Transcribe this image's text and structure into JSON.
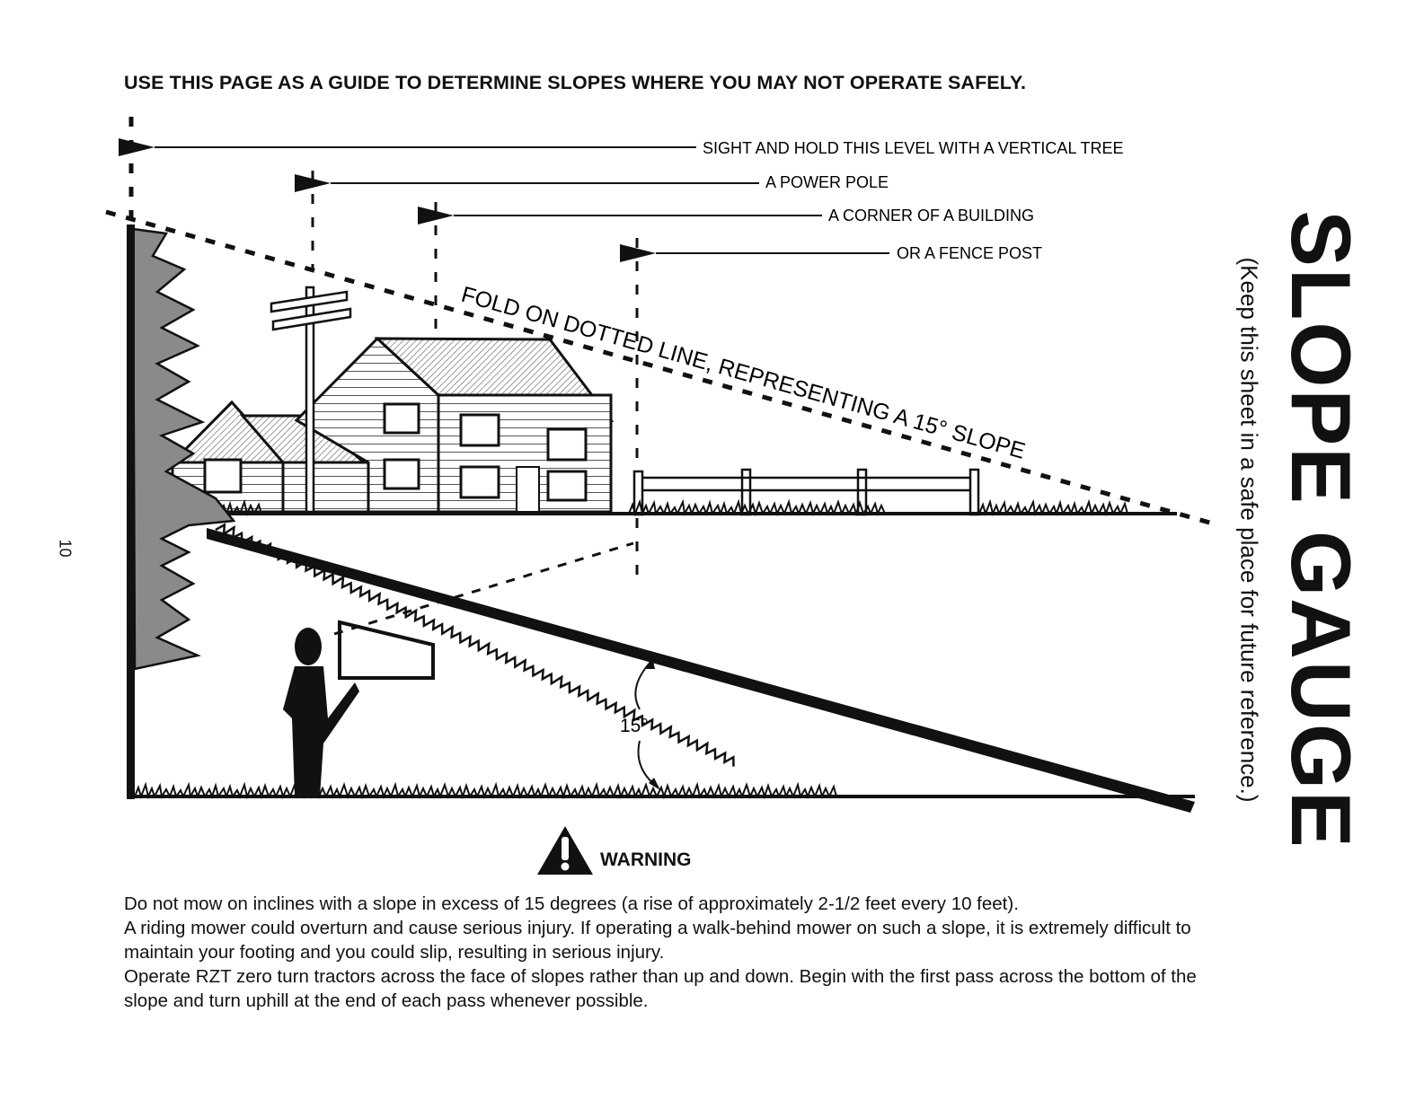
{
  "header": {
    "headline": "USE THIS PAGE AS A GUIDE TO DETERMINE SLOPES WHERE YOU MAY NOT OPERATE SAFELY."
  },
  "diagram": {
    "sight_labels": [
      "SIGHT AND HOLD THIS LEVEL WITH A VERTICAL TREE",
      "A POWER POLE",
      "A CORNER OF A BUILDING",
      "OR A FENCE POST"
    ],
    "fold_label": "FOLD ON DOTTED LINE, REPRESENTING A 15° SLOPE",
    "angle_label": "15°",
    "slope_degrees": 15
  },
  "side": {
    "title": "SLOPE GAUGE",
    "subtitle": "(Keep this sheet in a safe place for future reference.)"
  },
  "page_number": "10",
  "warning": {
    "label": "WARNING",
    "paragraphs": [
      "Do not mow on inclines with a slope in excess of 15 degrees (a rise of approximately 2-1/2 feet every 10 feet).",
      "A riding mower could overturn and cause serious injury.  If operating a walk-behind mower on such a slope, it is extremely difficult to maintain your footing and you could slip, resulting in serious injury.",
      "Operate RZT zero turn tractors across the face of slopes rather than up and down. Begin with the first pass across the bottom of the slope and turn uphill at the end of each pass whenever possible."
    ]
  },
  "colors": {
    "ink": "#111111",
    "foliage": "#8a8a8a"
  }
}
